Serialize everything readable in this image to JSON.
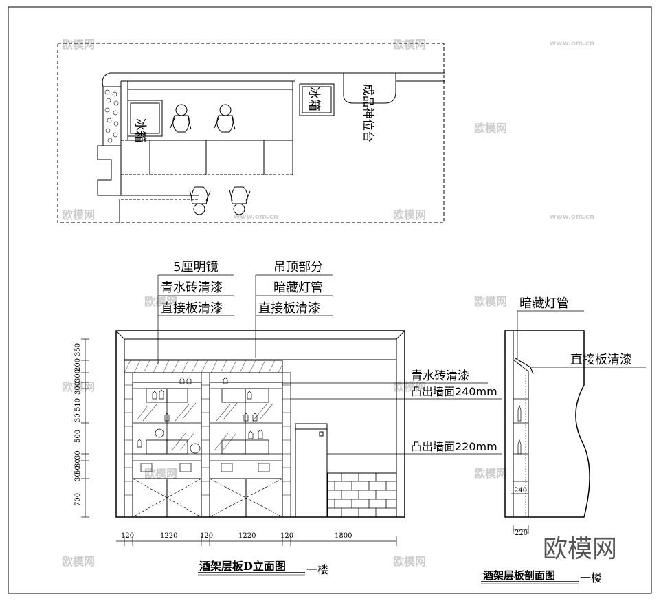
{
  "watermark": {
    "logo": "欧模网",
    "site": "www.om.cn"
  },
  "plan": {
    "fridge_left": "冰箱",
    "fridge_right": "冰箱",
    "altar": "成品神位台"
  },
  "elevation": {
    "labels_left": [
      "5厘明镜",
      "青水砖清漆",
      "直接板清漆"
    ],
    "labels_mid": [
      "吊顶部分",
      "暗藏灯管",
      "直接板清漆"
    ],
    "labels_right": [
      "青水砖清漆",
      "凸出墙面240mm",
      "凸出墙面220mm"
    ],
    "dims_vertical": [
      "350",
      "200",
      "300",
      "300",
      "510",
      "30",
      "500",
      "30",
      "30",
      "50",
      "30",
      "700"
    ],
    "dims_horizontal": [
      "120",
      "1220",
      "120",
      "1220",
      "120",
      "1800"
    ],
    "title": "酒架层板D立面图",
    "title_suffix": "一楼"
  },
  "section": {
    "label_top": "暗藏灯管",
    "label_right": "直接板清漆",
    "dim_v": "240",
    "dim_h": "220",
    "title": "酒架层板剖面图",
    "title_suffix": "一楼"
  }
}
